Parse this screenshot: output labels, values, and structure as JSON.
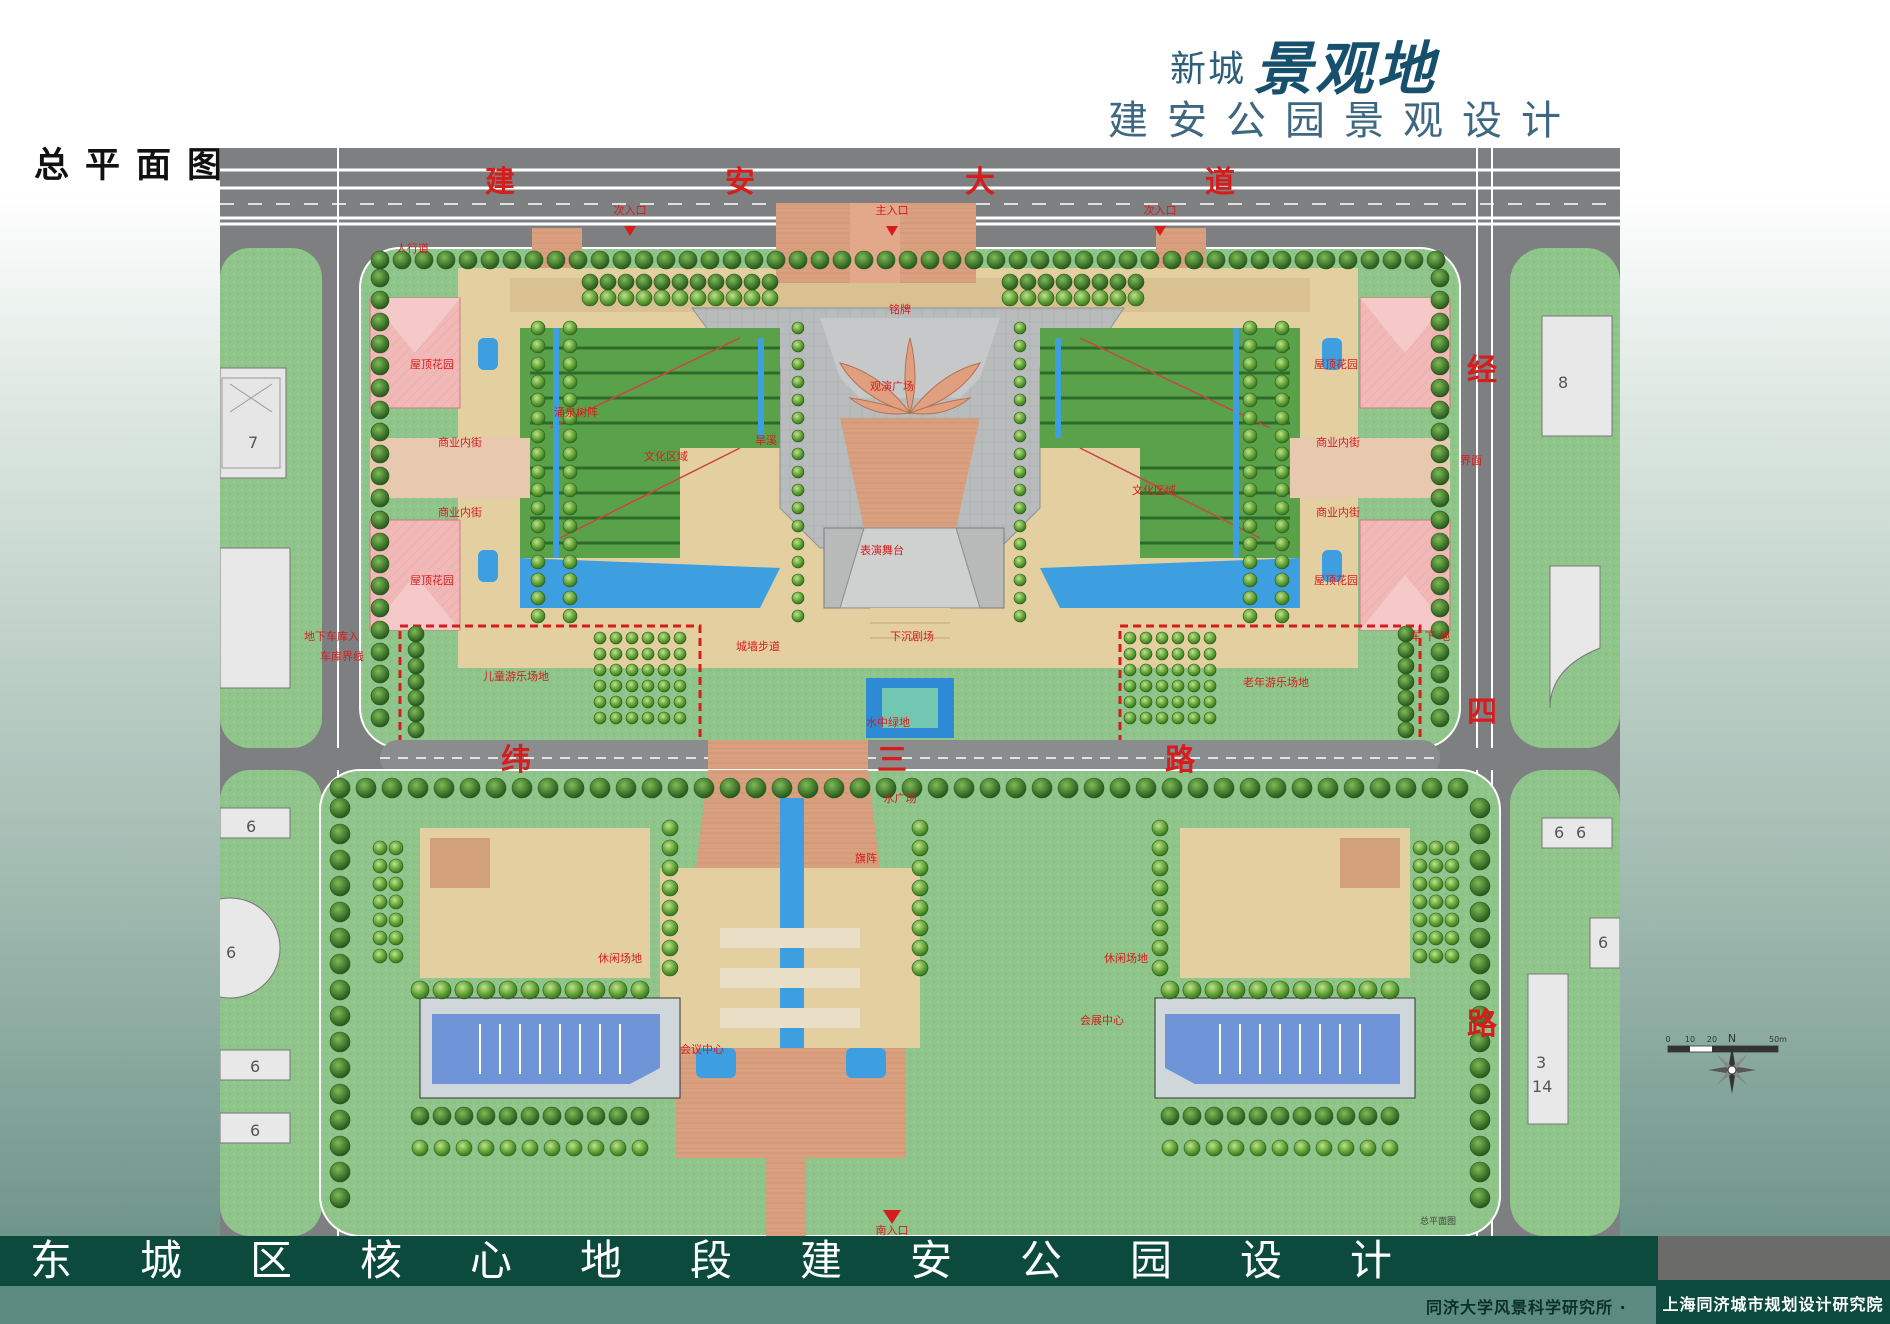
{
  "header": {
    "brand_small": "新城",
    "brand_big": "景观地",
    "subtitle": "建安公园景观设计",
    "page_label": "总平面图"
  },
  "roads": {
    "north": [
      "建",
      "安",
      "大",
      "道"
    ],
    "east": [
      "经",
      "四",
      "路"
    ],
    "middle": [
      "纬",
      "三",
      "路"
    ]
  },
  "map_labels": {
    "secondary_entrance_left": "次入口",
    "main_entrance": "主入口",
    "secondary_entrance_right": "次入口",
    "sidewalk": "人行道",
    "nameplate": "铭牌",
    "viewing_plaza": "观演广场",
    "rooftop_garden_nw": "屋顶花园",
    "rooftop_garden_sw": "屋顶花园",
    "rooftop_garden_ne": "屋顶花园",
    "rooftop_garden_se": "屋顶花园",
    "fountain_grove": "涌泉树阵",
    "commercial_street_1": "商业内街",
    "commercial_street_2": "商业内街",
    "commercial_street_3": "商业内街",
    "commercial_street_4": "商业内街",
    "culture_zone_left": "文化区域",
    "culture_zone_right": "文化区域",
    "dry_creek": "旱溪",
    "stage": "表演舞台",
    "sunken_theater": "下沉剧场",
    "boundary_east": "界面",
    "garage_entrance": "地下车库入",
    "garage_boundary": "车库界线",
    "garage_right": "车 下 地",
    "city_wall_path": "城墙步道",
    "kids_playground": "儿童游乐场地",
    "elderly_playground": "老年游乐场地",
    "water_green": "水中绿地",
    "water_plaza": "水广场",
    "flag_stage": "旗阵",
    "leisure_left": "休闲场地",
    "leisure_right": "休闲场地",
    "conference_center": "会议中心",
    "exhibition_center": "会展中心",
    "south_entrance": "南入口",
    "plan_note": "总平面图",
    "building_numbers": [
      "7",
      "8",
      "6",
      "6",
      "6",
      "6",
      "6",
      "6",
      "6",
      "3",
      "14"
    ]
  },
  "scale": {
    "ticks": [
      "0",
      "10",
      "20",
      "50m"
    ],
    "north_mark": "N"
  },
  "footer": {
    "title": "东城区核心地段建安公园设计",
    "org1": "同济大学风景科学研究所 ·",
    "org2": "上海同济城市规划设计研究院"
  },
  "colors": {
    "lawn": "#8fc48a",
    "road": "#7d7f80",
    "paving": "#e4cfa0",
    "plaza_brick": "#d39878",
    "water": "#3d9ee0",
    "red_label": "#d71c1c",
    "footer_bar": "#0b4a3d"
  }
}
